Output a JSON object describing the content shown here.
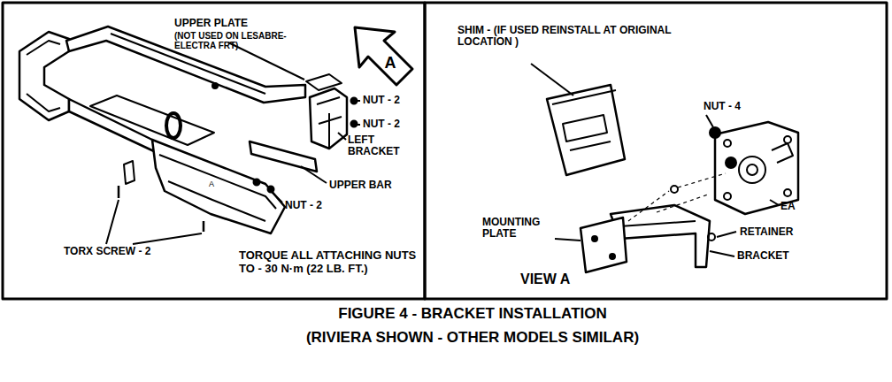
{
  "diagram": {
    "title": "FIGURE 4 - BRACKET INSTALLATION",
    "caption": "(RIVIERA SHOWN - OTHER MODELS SIMILAR)",
    "nodes": [
      {
        "text": [
          "A"
        ]
      }
    ],
    "labels": [
      "UPPER PLATE",
      "(NOT USED ON LESABRE-ELECTRA FRT)",
      "NUT - 2",
      "NUT - 2",
      "LEFT BRACKET",
      "UPPER BAR",
      "NUT - 2",
      "A",
      "TORX SCREW - 2",
      "TORQUE ALL ATTACHING NUTS TO - 30 N·m (22 LB. FT.)",
      "SHIM - (IF USED REINSTALL AT ORIGINAL LOCATION )",
      "NUT - 4",
      "EA",
      "RETAINER",
      "BRACKET",
      "MOUNTING PLATE",
      "VIEW A"
    ]
  }
}
